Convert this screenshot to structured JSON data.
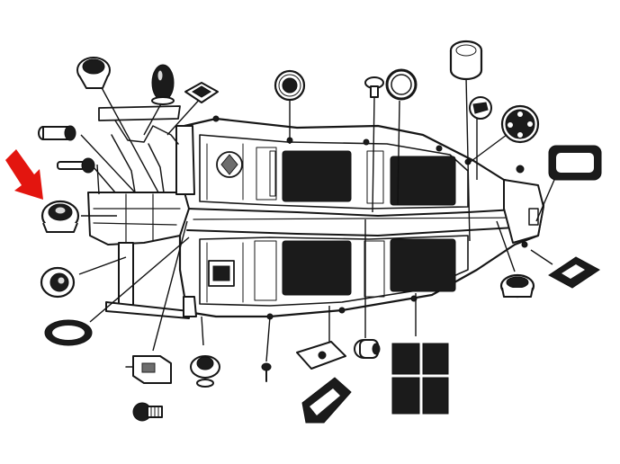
{
  "figure": {
    "kind": "exploded parts diagram",
    "colors": {
      "ink": "#161616",
      "paper": "#ffffff",
      "arrow": "#e3150f",
      "pan_fill": "#1b1b1b",
      "shade": "#6d6d6d"
    }
  },
  "callout": {
    "icon": "red-arrow-icon",
    "color": "#e3150f",
    "points_to": "rubber-grommet-part"
  },
  "parts": [
    {
      "id": "bellows-boot",
      "icon": "bellows-grommet-icon"
    },
    {
      "id": "pedal-cluster-mount",
      "icon": "bracket-icon"
    },
    {
      "id": "dome-plug",
      "icon": "dome-plug-icon"
    },
    {
      "id": "mounting-pad",
      "icon": "square-pad-icon"
    },
    {
      "id": "drain-grommet",
      "icon": "round-grommet-icon"
    },
    {
      "id": "body-bolt",
      "icon": "bolt-icon"
    },
    {
      "id": "washer-ring",
      "icon": "ring-icon"
    },
    {
      "id": "tube-sleeve",
      "icon": "cylindrical-sleeve-icon"
    },
    {
      "id": "cable-grommet",
      "icon": "slotted-grommet-icon"
    },
    {
      "id": "coupling-disc",
      "icon": "four-hole-disc-icon"
    },
    {
      "id": "gasket-frame",
      "icon": "rectangular-gasket-icon"
    },
    {
      "id": "heater-tube-grommet",
      "icon": "tube-grommet-icon"
    },
    {
      "id": "cable-guide",
      "icon": "cable-guide-icon"
    },
    {
      "id": "rubber-grommet-part",
      "icon": "rubber-grommet-icon"
    },
    {
      "id": "shift-grommet",
      "icon": "cup-grommet-icon"
    },
    {
      "id": "oval-seal",
      "icon": "oval-seal-icon"
    },
    {
      "id": "shock-bracket",
      "icon": "mount-bracket-icon"
    },
    {
      "id": "bump-stop",
      "icon": "bump-stop-icon"
    },
    {
      "id": "threaded-plug",
      "icon": "threaded-plug-icon"
    },
    {
      "id": "screw",
      "icon": "screw-icon"
    },
    {
      "id": "jack-point-plate",
      "icon": "angled-plate-icon"
    },
    {
      "id": "heel-plate",
      "icon": "wedge-plate-icon"
    },
    {
      "id": "pipe-clamp",
      "icon": "clamp-icon"
    },
    {
      "id": "floor-mats",
      "icon": "mat-set-icon"
    },
    {
      "id": "rear-cap",
      "icon": "cap-icon"
    },
    {
      "id": "tunnel-clip",
      "icon": "clip-plate-icon"
    }
  ]
}
